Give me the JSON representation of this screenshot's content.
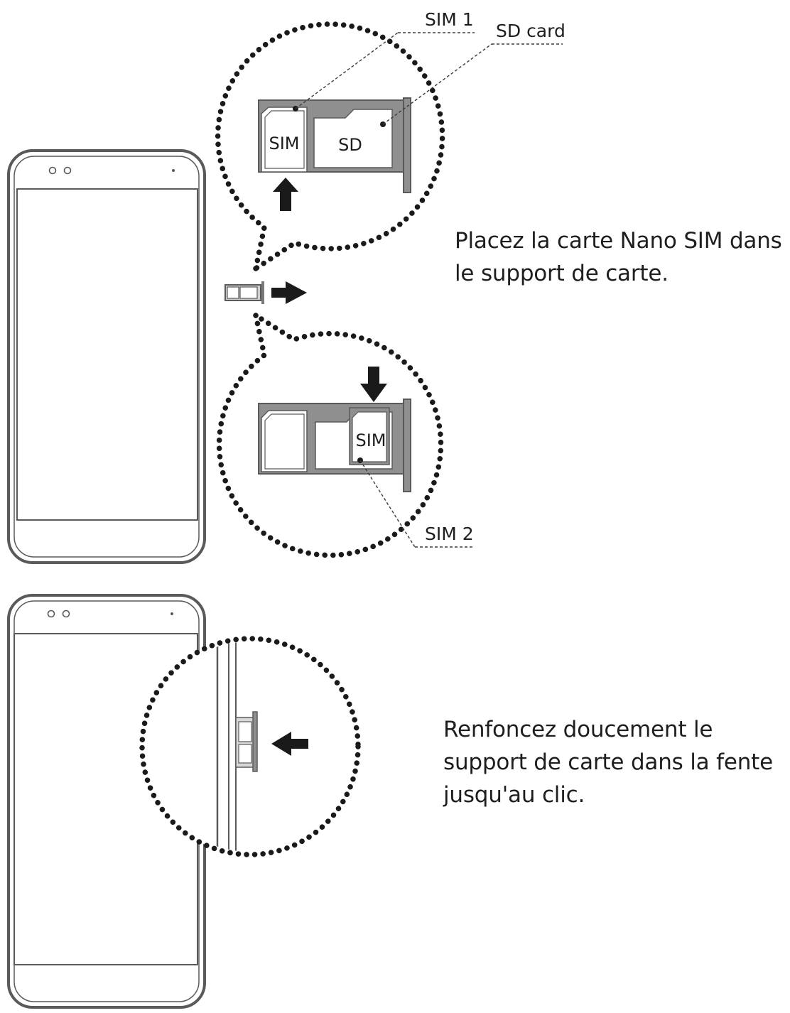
{
  "callouts": {
    "sim1": "SIM 1",
    "sd_card": "SD card",
    "sim2": "SIM 2"
  },
  "tray_labels": {
    "sim": "SIM",
    "sd": "SD"
  },
  "steps": [
    {
      "text_lines": [
        "Placez la carte Nano SIM dans",
        "le support de carte."
      ]
    },
    {
      "text_lines": [
        "Renfoncez doucement le",
        "support de carte dans la fente",
        "jusqu'au clic."
      ]
    }
  ],
  "colors": {
    "outline": "#5a5a5a",
    "tray_fill": "#8f8f8f",
    "arrow": "#1a1a1a",
    "dots": "#1a1a1a"
  }
}
